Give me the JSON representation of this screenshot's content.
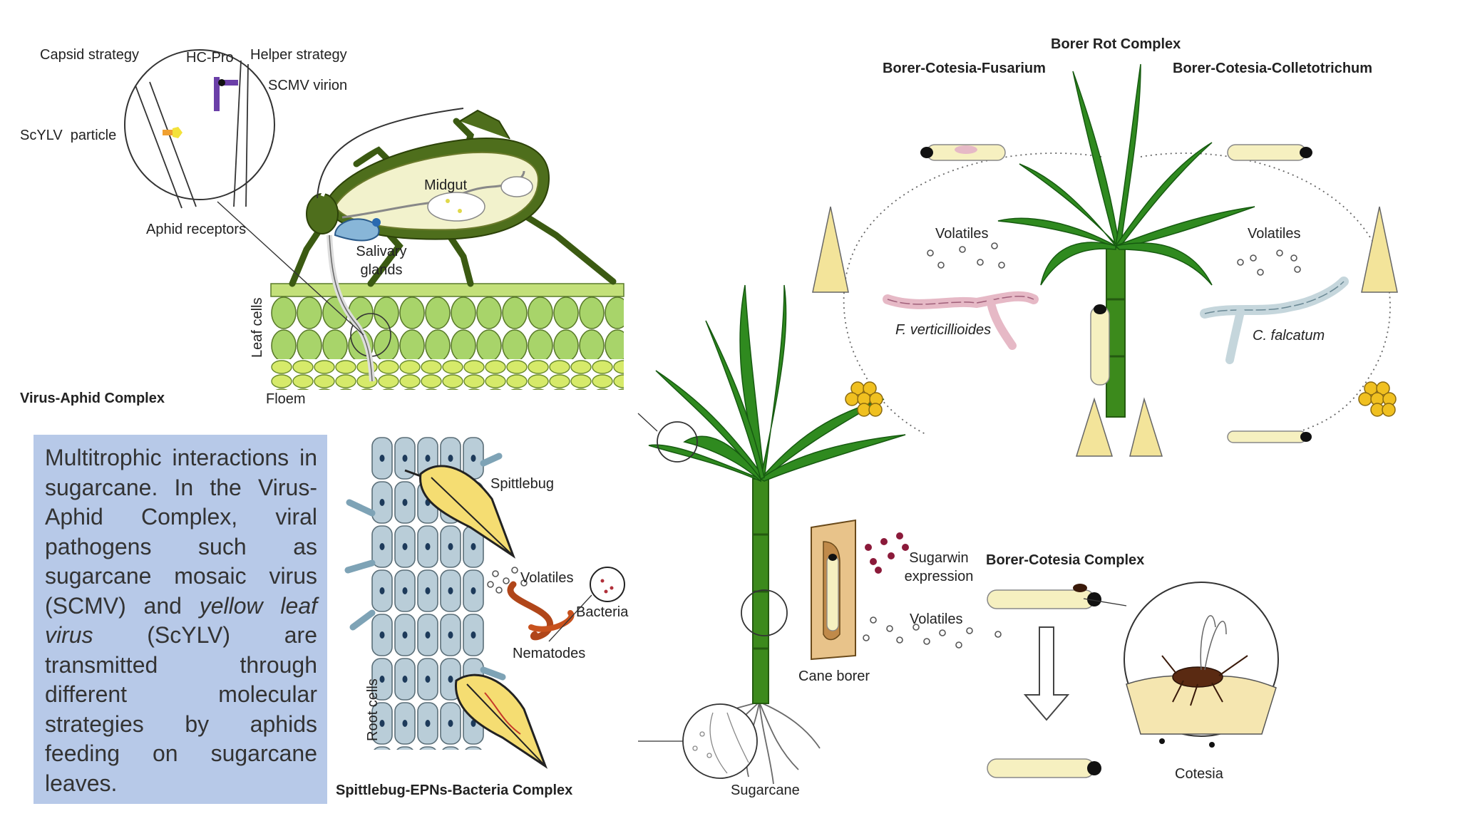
{
  "labels": {
    "capsid_strategy": "Capsid strategy",
    "hc_pro": "HC-Pro",
    "helper_strategy": "Helper strategy",
    "scmv_virion": "SCMV virion",
    "scylv_particle": "ScYLV  particle",
    "aphid_receptors": "Aphid receptors",
    "midgut": "Midgut",
    "salivary_glands": "Salivary glands",
    "leaf_cells": "Leaf cells",
    "floem": "Floem",
    "virus_aphid_complex": "Virus-Aphid Complex",
    "borer_rot_complex": "Borer Rot Complex",
    "borer_cotesia_fusarium": "Borer-Cotesia-Fusarium",
    "borer_cotesia_colletotrichum": "Borer-Cotesia-Colletotrichum",
    "volatiles_left": "Volatiles",
    "volatiles_right": "Volatiles",
    "f_verticillioides": "F. verticillioides",
    "c_falcatum": "C. falcatum",
    "spittlebug": "Spittlebug",
    "volatiles_root": "Volatiles",
    "bacteria": "Bacteria",
    "nematodes": "Nematodes",
    "root_cells": "Root cells",
    "spittlebug_complex": "Spittlebug-EPNs-Bacteria Complex",
    "sugarwin_expression": "Sugarwin expression",
    "volatiles_borer": "Volatiles",
    "cane_borer": "Cane borer",
    "borer_cotesia_complex": "Borer-Cotesia Complex",
    "cotesia": "Cotesia",
    "sugarcane": "Sugarcane"
  },
  "caption": {
    "t1": "Multitrophic interactions in sugarcane. In the Virus-Aphid Complex, viral pathogens such as sugarcane mosaic virus (SCMV) and ",
    "t2": "yellow leaf virus",
    "t3": " (ScYLV) are transmitted through different molecular strategies by aphids feeding on sugarcane leaves."
  },
  "colors": {
    "leaf_dark": "#1f7a1f",
    "leaf_mid": "#3a9a2a",
    "stalk": "#3c8a1c",
    "leaf_cell": "#a8d46a",
    "floem_cell": "#d6ea6a",
    "aphid_body": "#4e6e1c",
    "aphid_abdomen": "#f2f2cc",
    "root_cell": "#b9cdd8",
    "larva": "#f6f0c0",
    "moth": "#f3e49a",
    "egg": "#f0c020",
    "fusarium": "#e6b9c6",
    "colletotrichum": "#c5d6dc",
    "sugarwin_dot": "#8b1a3a",
    "caption_bg": "#b7c9e8"
  }
}
